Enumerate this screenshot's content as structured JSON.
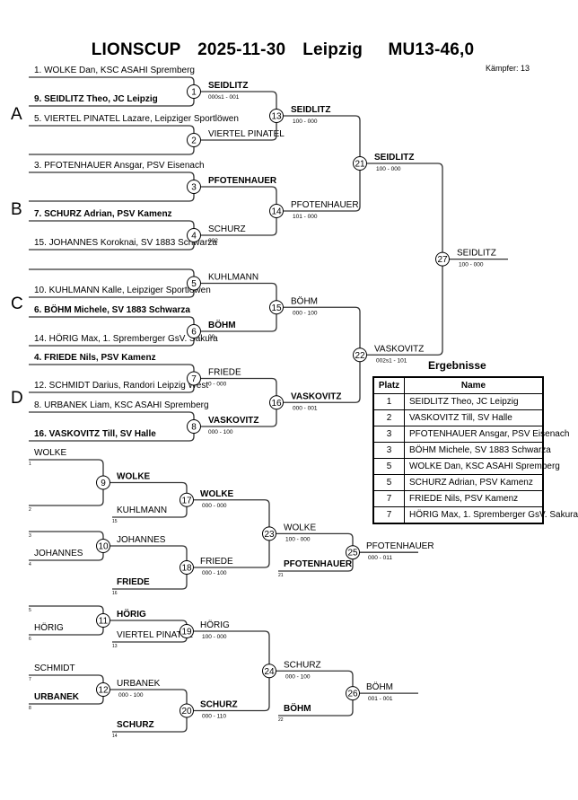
{
  "header": {
    "title": "LIONSCUP  2025-11-30  Leipzig   MU13-46,0",
    "fighter_count": "Kämpfer: 13"
  },
  "pools": [
    "A",
    "B",
    "C",
    "D"
  ],
  "entrants": [
    {
      "seed": "1",
      "text": "1. WOLKE Dan, KSC ASAHI Spremberg",
      "bold": false
    },
    {
      "seed": "9",
      "text": "9. SEIDLITZ Theo, JC Leipzig",
      "bold": true
    },
    {
      "seed": "5",
      "text": "5. VIERTEL PINATEL Lazare, Leipziger Sportlöwen",
      "bold": false
    },
    {
      "seed": "13",
      "text": "",
      "bold": false
    },
    {
      "seed": "3",
      "text": "3. PFOTENHAUER Ansgar, PSV Eisenach",
      "bold": false
    },
    {
      "seed": "11",
      "text": "",
      "bold": false
    },
    {
      "seed": "7",
      "text": "7. SCHURZ Adrian, PSV Kamenz",
      "bold": true
    },
    {
      "seed": "15",
      "text": "15. JOHANNES Koroknai, SV 1883 Schwarza",
      "bold": false
    },
    {
      "seed": "2",
      "text": "",
      "bold": false
    },
    {
      "seed": "10",
      "text": "10. KUHLMANN Kalle, Leipziger Sportlöwen",
      "bold": false
    },
    {
      "seed": "6",
      "text": "6. BÖHM Michele, SV 1883 Schwarza",
      "bold": true
    },
    {
      "seed": "14",
      "text": "14. HÖRIG Max, 1. Spremberger GsV. Sakura",
      "bold": false
    },
    {
      "seed": "4",
      "text": "4. FRIEDE Nils, PSV Kamenz",
      "bold": true
    },
    {
      "seed": "12",
      "text": "12. SCHMIDT Darius, Randori Leipzig West",
      "bold": false
    },
    {
      "seed": "8",
      "text": "8. URBANEK Liam, KSC ASAHI Spremberg",
      "bold": false
    },
    {
      "seed": "16",
      "text": "16. VASKOVITZ Till, SV Halle",
      "bold": true
    }
  ],
  "main_matches": [
    {
      "no": "1",
      "winner": "SEIDLITZ",
      "bold": true,
      "score": "000s1 - 001"
    },
    {
      "no": "2",
      "winner": "VIERTEL PINATEL",
      "bold": false,
      "score": ""
    },
    {
      "no": "3",
      "winner": "PFOTENHAUER",
      "bold": true,
      "score": ""
    },
    {
      "no": "4",
      "winner": "SCHURZ",
      "bold": false,
      "score": "002"
    },
    {
      "no": "5",
      "winner": "KUHLMANN",
      "bold": false,
      "score": ""
    },
    {
      "no": "6",
      "winner": "BÖHM",
      "bold": true,
      "score": "00"
    },
    {
      "no": "7",
      "winner": "FRIEDE",
      "bold": false,
      "score": "0 - 000"
    },
    {
      "no": "8",
      "winner": "VASKOVITZ",
      "bold": true,
      "score": "000 - 100"
    },
    {
      "no": "13",
      "winner": "SEIDLITZ",
      "bold": true,
      "score": "100 - 000"
    },
    {
      "no": "14",
      "winner": "PFOTENHAUER",
      "bold": false,
      "score": "101 - 000"
    },
    {
      "no": "15",
      "winner": "BÖHM",
      "bold": false,
      "score": "000 - 100"
    },
    {
      "no": "16",
      "winner": "VASKOVITZ",
      "bold": true,
      "score": "000 - 001"
    },
    {
      "no": "21",
      "winner": "SEIDLITZ",
      "bold": true,
      "score": "100 - 000"
    },
    {
      "no": "22",
      "winner": "VASKOVITZ",
      "bold": false,
      "score": "002s1 - 101"
    },
    {
      "no": "27",
      "winner": "SEIDLITZ",
      "bold": false,
      "score": "100 - 000"
    }
  ],
  "repechage": [
    {
      "inputs": [
        {
          "label": "WOLKE",
          "bold": false,
          "src": "1"
        },
        {
          "label": "",
          "bold": false,
          "src": "2"
        },
        {
          "label": "",
          "bold": false,
          "src": "3"
        },
        {
          "label": "JOHANNES",
          "bold": false,
          "src": "4"
        }
      ],
      "r1": [
        {
          "no": "9",
          "winner": "WOLKE",
          "bold": true,
          "score": ""
        },
        {
          "no": "10",
          "winner": "JOHANNES",
          "bold": false,
          "score": ""
        }
      ],
      "late": [
        {
          "label": "KUHLMANN",
          "bold": false,
          "src": "15"
        },
        {
          "label": "FRIEDE",
          "bold": true,
          "src": "16"
        }
      ],
      "r2": [
        {
          "no": "17",
          "winner": "WOLKE",
          "bold": true,
          "score": "000 - 000"
        },
        {
          "no": "18",
          "winner": "FRIEDE",
          "bold": false,
          "score": "000 - 100"
        }
      ],
      "r3": {
        "no": "23",
        "winner": "WOLKE",
        "bold": false,
        "score": "100 - 000"
      },
      "final_other": {
        "label": "PFOTENHAUER",
        "bold": true,
        "src": "21"
      },
      "final": {
        "no": "25",
        "winner": "PFOTENHAUER",
        "bold": false,
        "score": "000 - 011"
      }
    },
    {
      "inputs": [
        {
          "label": "",
          "bold": false,
          "src": "5"
        },
        {
          "label": "HÖRIG",
          "bold": false,
          "src": "6"
        },
        {
          "label": "SCHMIDT",
          "bold": false,
          "src": "7"
        },
        {
          "label": "URBANEK",
          "bold": true,
          "src": "8"
        }
      ],
      "r1": [
        {
          "no": "11",
          "winner": "HÖRIG",
          "bold": true,
          "score": ""
        },
        {
          "no": "12",
          "winner": "URBANEK",
          "bold": false,
          "score": "000 - 100"
        }
      ],
      "late": [
        {
          "label": "VIERTEL PINATEL",
          "bold": false,
          "src": "13"
        },
        {
          "label": "SCHURZ",
          "bold": true,
          "src": "14"
        }
      ],
      "r2": [
        {
          "no": "19",
          "winner": "HÖRIG",
          "bold": false,
          "score": "100 - 000"
        },
        {
          "no": "20",
          "winner": "SCHURZ",
          "bold": true,
          "score": "000 - 110"
        }
      ],
      "r3": {
        "no": "24",
        "winner": "SCHURZ",
        "bold": false,
        "score": "000 - 100"
      },
      "final_other": {
        "label": "BÖHM",
        "bold": true,
        "src": "22"
      },
      "final": {
        "no": "26",
        "winner": "BÖHM",
        "bold": false,
        "score": "001 - 001"
      }
    }
  ],
  "results": {
    "title": "Ergebnisse",
    "headers": {
      "place": "Platz",
      "name": "Name"
    },
    "rows": [
      {
        "place": "1",
        "name": "SEIDLITZ Theo, JC Leipzig"
      },
      {
        "place": "2",
        "name": "VASKOVITZ Till, SV Halle"
      },
      {
        "place": "3",
        "name": "PFOTENHAUER Ansgar, PSV Eisenach"
      },
      {
        "place": "3",
        "name": "BÖHM Michele, SV 1883 Schwarza"
      },
      {
        "place": "5",
        "name": "WOLKE Dan, KSC ASAHI Spremberg"
      },
      {
        "place": "5",
        "name": "SCHURZ Adrian, PSV Kamenz"
      },
      {
        "place": "7",
        "name": "FRIEDE Nils, PSV Kamenz"
      },
      {
        "place": "7",
        "name": "HÖRIG Max, 1. Spremberger GsV. Sakura"
      }
    ]
  },
  "colors": {
    "line": "#333333",
    "text": "#000000"
  }
}
